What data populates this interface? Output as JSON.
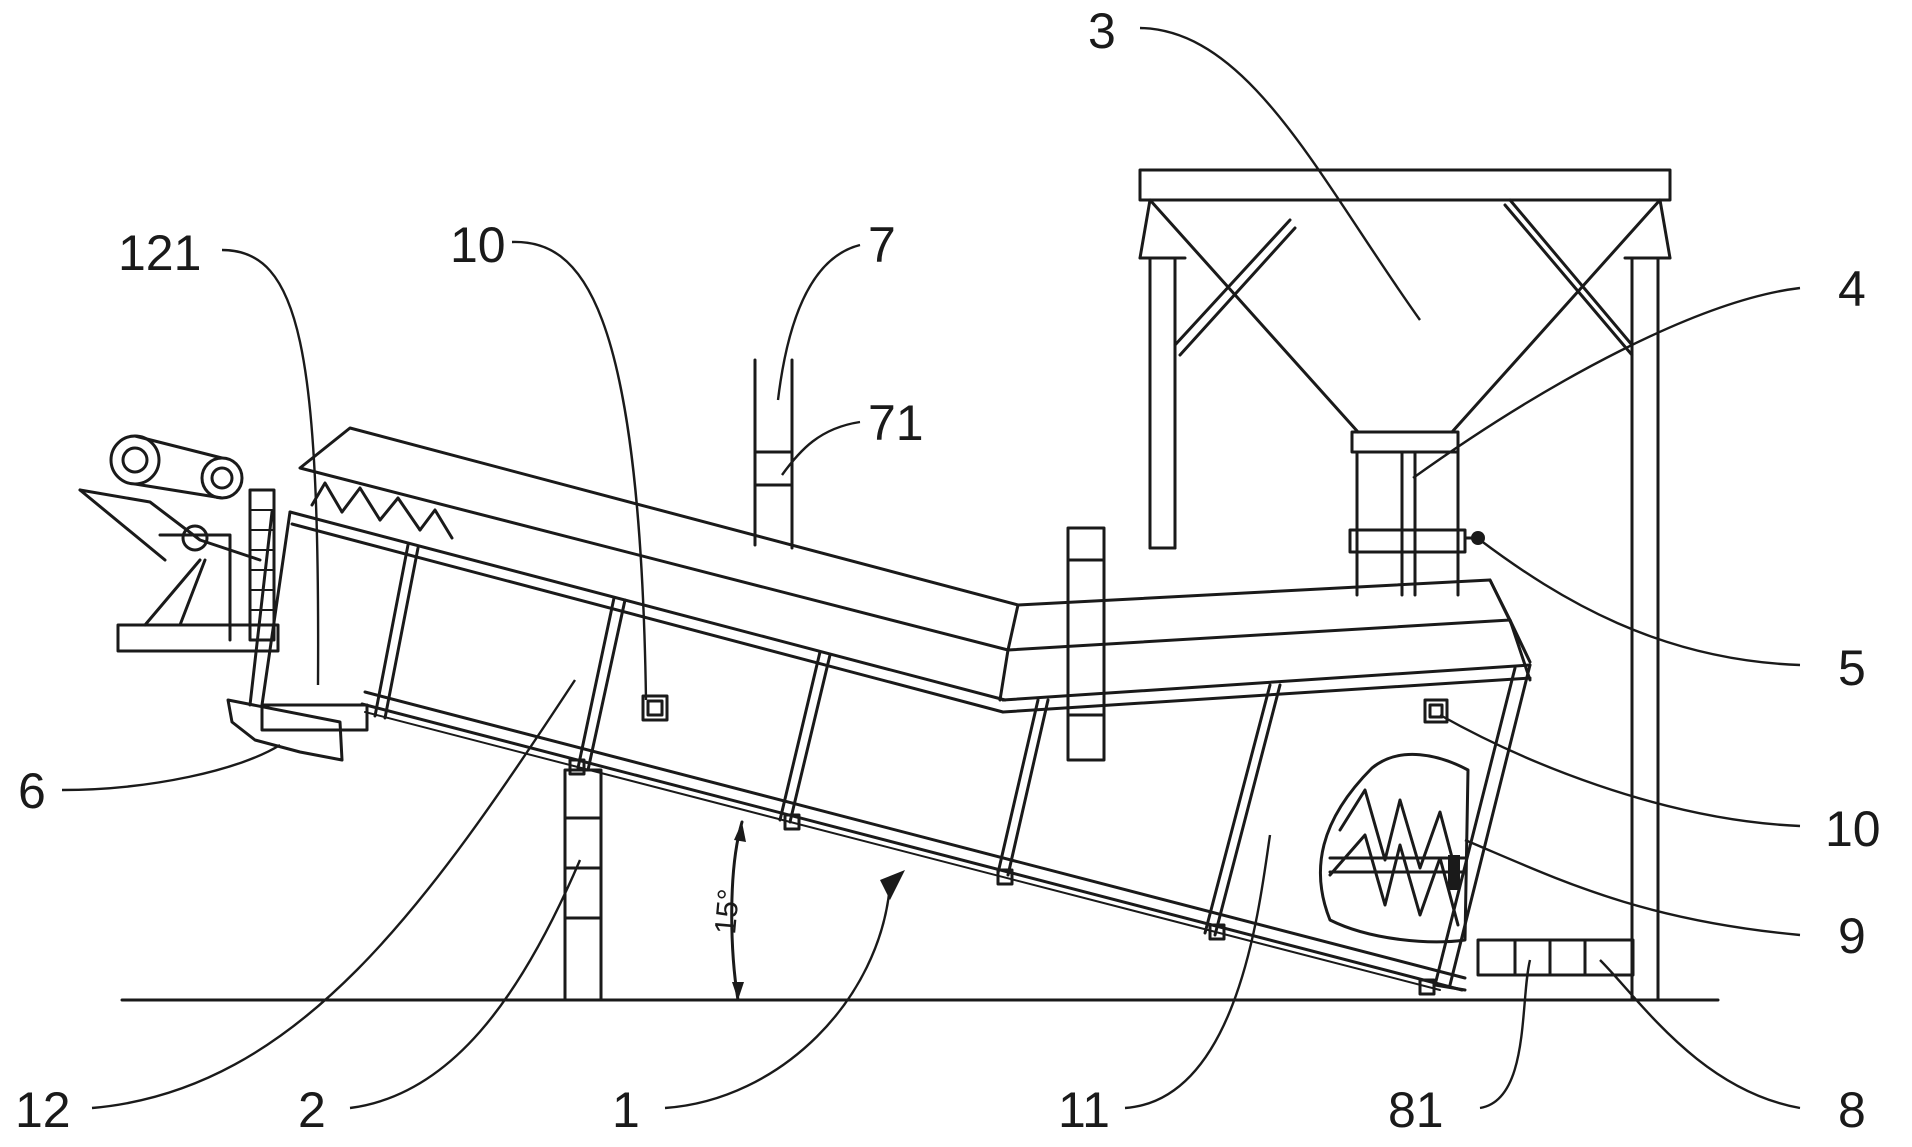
{
  "angle_label": "15°",
  "labels": {
    "l3": "3",
    "l4": "4",
    "l5": "5",
    "l10a": "10",
    "l10b": "10",
    "l9": "9",
    "l8": "8",
    "l81": "81",
    "l11": "11",
    "l1": "1",
    "l2": "2",
    "l12": "12",
    "l6": "6",
    "l121": "121",
    "l7": "7",
    "l71": "71"
  }
}
